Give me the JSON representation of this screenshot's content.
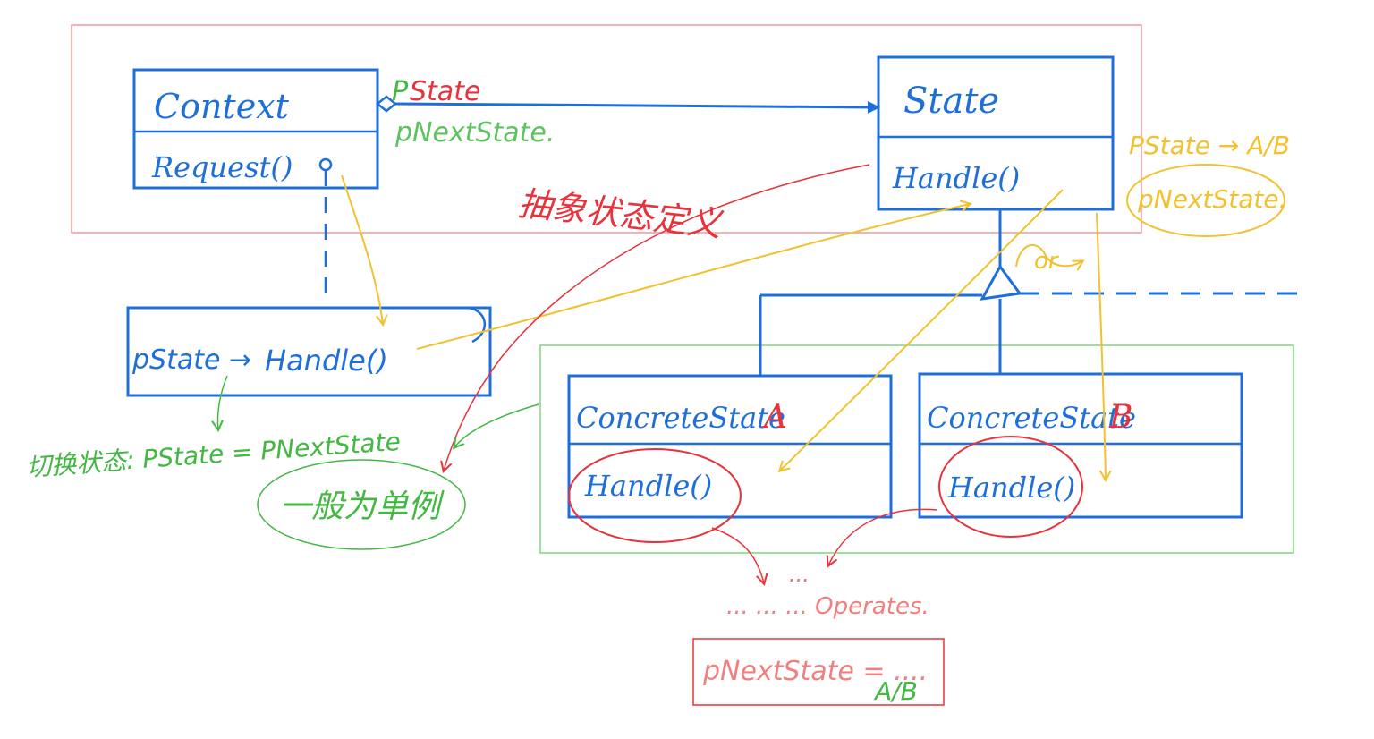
{
  "colors": {
    "uml_blue": "#1e6fd9",
    "note_red": "#e8323c",
    "note_green": "#43b843",
    "note_yellow": "#f2c12e",
    "pink_frame": "#f08080",
    "green_frame": "#6cd46c"
  },
  "context_class": {
    "name": "Context",
    "method": "Request()",
    "attr_green": "P",
    "attr_red": "State",
    "next_state": "pNextState."
  },
  "state_class": {
    "name": "State",
    "method": "Handle()"
  },
  "note_box": {
    "text_prefix": "pState",
    "arrow": "→",
    "text_call": "Handle()"
  },
  "concrete_a": {
    "name": "ConcreteState",
    "suffix": "A",
    "method": "Handle()"
  },
  "concrete_b": {
    "name": "ConcreteState",
    "suffix": "B",
    "method": "Handle()"
  },
  "annotations": {
    "abstract_state": "抽象状态定义",
    "or_label": "or",
    "pstate_ab": "PState → A/B",
    "pnext_state": "pNextState.",
    "switch_state": "切换状态: PState = PNextState",
    "singleton": "一般为单例",
    "operates": "...  ...  ...  Operates.",
    "dots": "...",
    "pnext_assign": "pNextState = ....",
    "ab": "A/B"
  }
}
